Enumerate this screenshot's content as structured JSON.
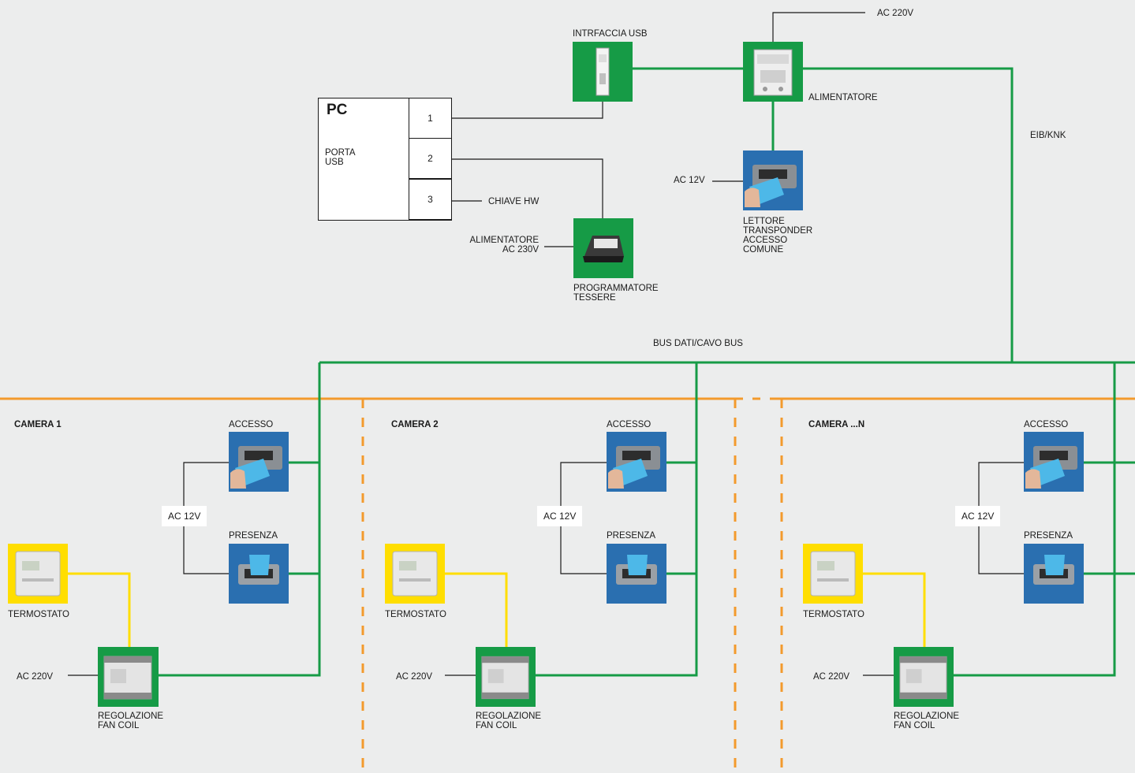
{
  "pc": {
    "title": "PC",
    "port_label": "PORTA\nUSB",
    "ports": [
      "1",
      "2",
      "3"
    ]
  },
  "top_labels": {
    "usb_interface": "INTRFACCIA USB",
    "ac220_top": "AC 220V",
    "alimentatore": "ALIMENTATORE",
    "eib_knk": "EIB/KNK",
    "ac12_reader": "AC 12V",
    "reader": "LETTORE\nTRANSPONDER\nACCESSO\nCOMUNE",
    "chiave_hw": "CHIAVE HW",
    "alim_230": "ALIMENTATORE\nAC 230V",
    "programmer": "PROGRAMMATORE\nTESSERE",
    "bus": "BUS DATI/CAVO BUS"
  },
  "rooms": [
    {
      "title": "CAMERA 1",
      "accesso": "ACCESSO",
      "presenza": "PRESENZA",
      "ac12": "AC 12V",
      "termostato": "TERMOSTATO",
      "ac220": "AC 220V",
      "fancoil": "REGOLAZIONE\nFAN COIL"
    },
    {
      "title": "CAMERA 2",
      "accesso": "ACCESSO",
      "presenza": "PRESENZA",
      "ac12": "AC 12V",
      "termostato": "TERMOSTATO",
      "ac220": "AC 220V",
      "fancoil": "REGOLAZIONE\nFAN COIL"
    },
    {
      "title": "CAMERA ...N",
      "accesso": "ACCESSO",
      "presenza": "PRESENZA",
      "ac12": "AC 12V",
      "termostato": "TERMOSTATO",
      "ac220": "AC 220V",
      "fancoil": "REGOLAZIONE\nFAN COIL"
    }
  ],
  "colors": {
    "bus_green": "#169b46",
    "thermo_yellow": "#ffde00",
    "divider_orange": "#f39a2d",
    "background": "#eceded"
  }
}
